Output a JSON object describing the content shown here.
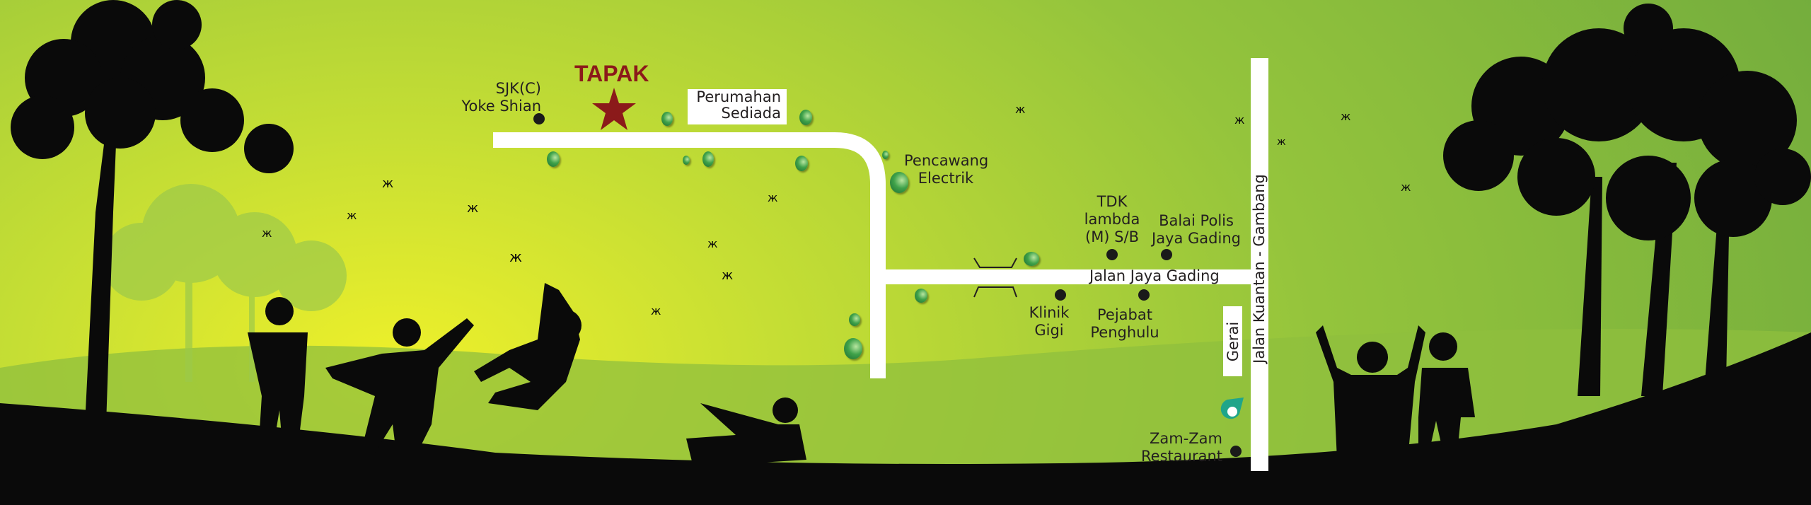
{
  "map": {
    "site": {
      "label": "TAPAK",
      "color": "#8b1a1a"
    },
    "landmarks": {
      "school": {
        "line1": "SJK(C)",
        "line2": "Yoke Shian"
      },
      "housing": {
        "line1": "Perumahan",
        "line2": "Sediada"
      },
      "substation": {
        "line1": "Pencawang",
        "line2": "Electrik"
      },
      "tdk": {
        "line1": "TDK",
        "line2": "lambda",
        "line3": "(M) S/B"
      },
      "police": {
        "line1": "Balai Polis",
        "line2": "Jaya Gading"
      },
      "clinic": {
        "line1": "Klinik",
        "line2": "Gigi"
      },
      "office": {
        "line1": "Pejabat",
        "line2": "Penghulu"
      },
      "stall": "Gerai",
      "restaurant": {
        "line1": "Zam-Zam",
        "line2": "Restaurant"
      }
    },
    "roads": {
      "secondary": "Jalan Jaya Gading",
      "main": "Jalan Kuantan - Gambang"
    },
    "icons": [
      "star-icon",
      "petrol-station-icon",
      "bridge-icon",
      "tree-silhouette",
      "children-silhouette",
      "butterfly-icon"
    ],
    "colors": {
      "sky_top": "#7db43c",
      "glow": "#e2e82a",
      "road": "#ffffff",
      "ground": "#0a0a0a",
      "petronas": "#1fa58a"
    }
  }
}
